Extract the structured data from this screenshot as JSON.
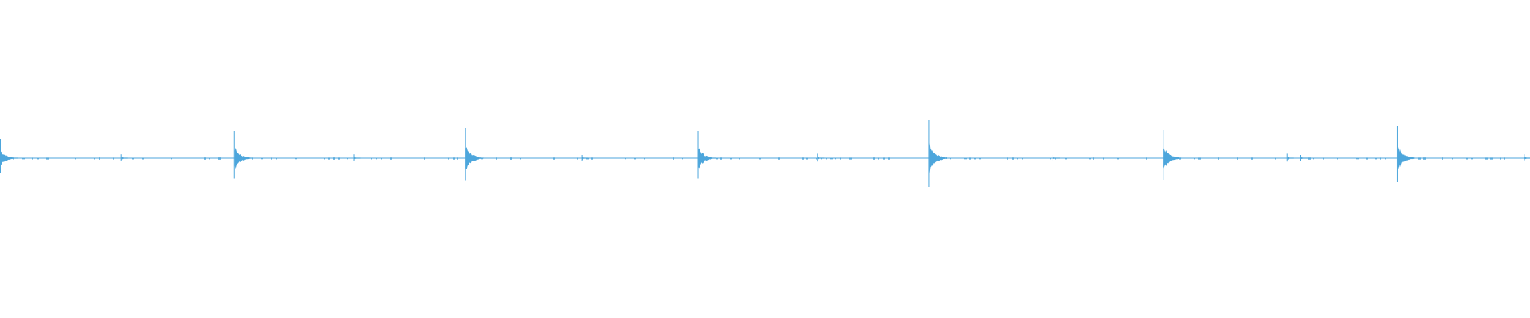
{
  "waveform": {
    "color": "#4da6dc",
    "background": "#ffffff",
    "centerline": 0.0,
    "transients": [
      {
        "position": 0.0,
        "amplitude": 0.06,
        "kind": "major"
      },
      {
        "position": 0.079,
        "amplitude": 0.012,
        "kind": "minor"
      },
      {
        "position": 0.153,
        "amplitude": 0.085,
        "kind": "major"
      },
      {
        "position": 0.231,
        "amplitude": 0.012,
        "kind": "minor"
      },
      {
        "position": 0.304,
        "amplitude": 0.095,
        "kind": "major"
      },
      {
        "position": 0.38,
        "amplitude": 0.01,
        "kind": "minor"
      },
      {
        "position": 0.456,
        "amplitude": 0.085,
        "kind": "major"
      },
      {
        "position": 0.534,
        "amplitude": 0.014,
        "kind": "minor"
      },
      {
        "position": 0.607,
        "amplitude": 0.12,
        "kind": "major"
      },
      {
        "position": 0.688,
        "amplitude": 0.01,
        "kind": "minor"
      },
      {
        "position": 0.76,
        "amplitude": 0.09,
        "kind": "major"
      },
      {
        "position": 0.841,
        "amplitude": 0.014,
        "kind": "minor"
      },
      {
        "position": 0.85,
        "amplitude": 0.01,
        "kind": "minor"
      },
      {
        "position": 0.913,
        "amplitude": 0.1,
        "kind": "major"
      },
      {
        "position": 0.996,
        "amplitude": 0.012,
        "kind": "minor"
      }
    ]
  }
}
